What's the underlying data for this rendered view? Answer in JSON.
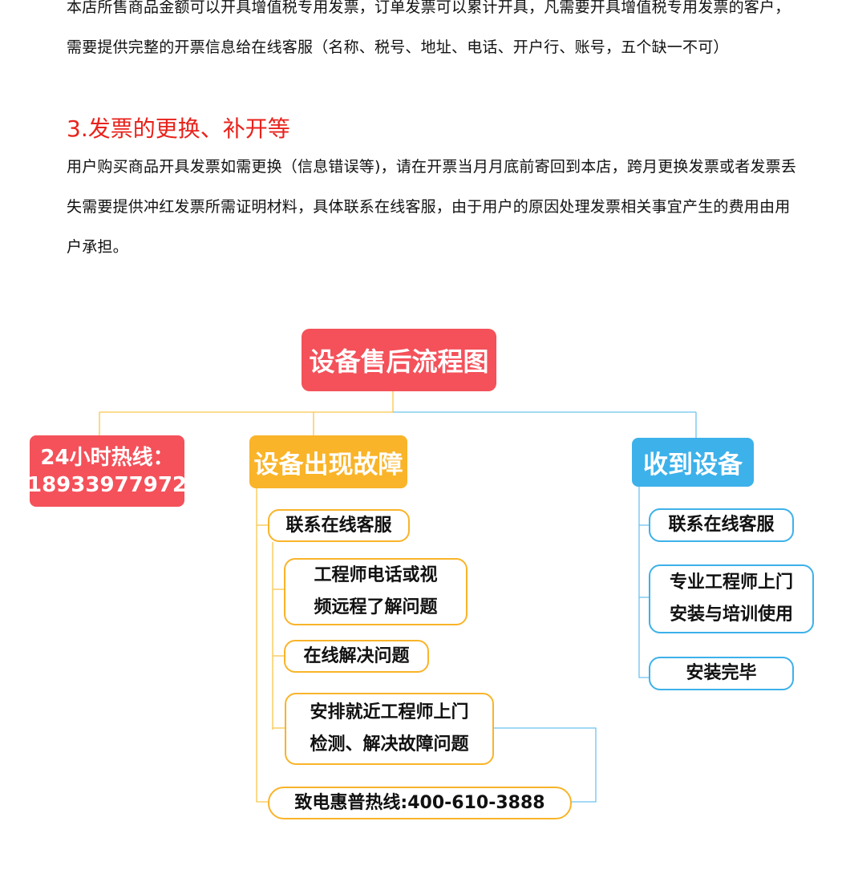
{
  "text": {
    "para1": "本店所售商品金额可以开具增值税专用发票，订单发票可以累计开具，凡需要开具增值税专用发票的客户，需要提供完整的开票信息给在线客服（名称、税号、地址、电话、开户行、账号，五个缺一不可）",
    "heading3": "3.发票的更换、补开等",
    "para2": "用户购买商品开具发票如需更换（信息错误等)，请在开票当月月底前寄回到本店，跨月更换发票或者发票丢失需要提供冲红发票所需证明材料，具体联系在线客服，由于用户的原因处理发票相关事宜产生的费用由用户承担。"
  },
  "flowchart": {
    "title": "设备售后流程图",
    "hotline": {
      "line1": "24小时热线：",
      "line2": "18933977972"
    },
    "fault": {
      "label": "设备出现故障",
      "steps": {
        "contact": "联系在线客服",
        "remote_line1": "工程师电话或视",
        "remote_line2": "频远程了解问题",
        "online_solve": "在线解决问题",
        "onsite_line1": "安排就近工程师上门",
        "onsite_line2": "检测、解决故障问题",
        "hp_hotline": "致电惠普热线:400-610-3888"
      }
    },
    "receive": {
      "label": "收到设备",
      "steps": {
        "contact": "联系在线客服",
        "install_line1": "专业工程师上门",
        "install_line2": "安装与培训使用",
        "done": "安装完毕"
      }
    },
    "colors": {
      "red": "#f4515a",
      "yellow": "#f9b429",
      "blue": "#3db1ea",
      "heading_red": "#e8221b"
    }
  }
}
